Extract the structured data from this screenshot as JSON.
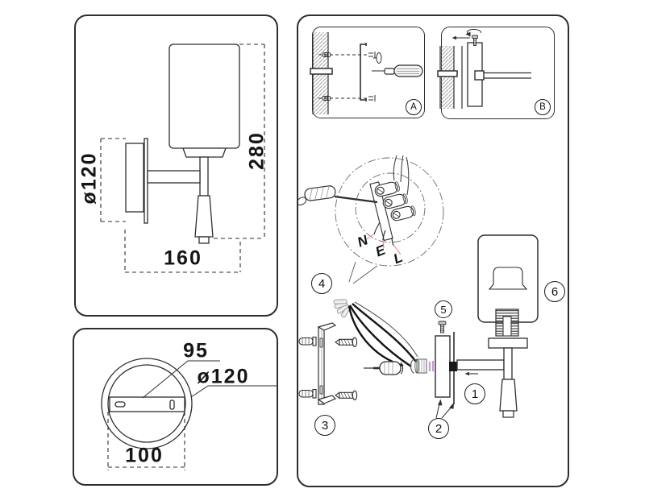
{
  "side_view_panel": {
    "plate_diameter": "ø120",
    "overall_height": "280",
    "overall_depth": "160"
  },
  "base_view_panel": {
    "bracket_length": "95",
    "plate_diameter": "ø120",
    "mount_width": "100"
  },
  "installation_panel": {
    "steps": {
      "a": "A",
      "b": "B"
    },
    "wire_labels": {
      "neutral": "N",
      "earth": "E",
      "live": "L"
    },
    "part_numbers": {
      "arm": "1",
      "canopy": "2",
      "bracket": "3",
      "connector": "4",
      "screw": "5",
      "lamp": "6"
    }
  },
  "colors": {
    "line": "#2e2e2e",
    "wire_mark_pink": "#c79bd1",
    "wire_leader_red": "#f09090"
  }
}
